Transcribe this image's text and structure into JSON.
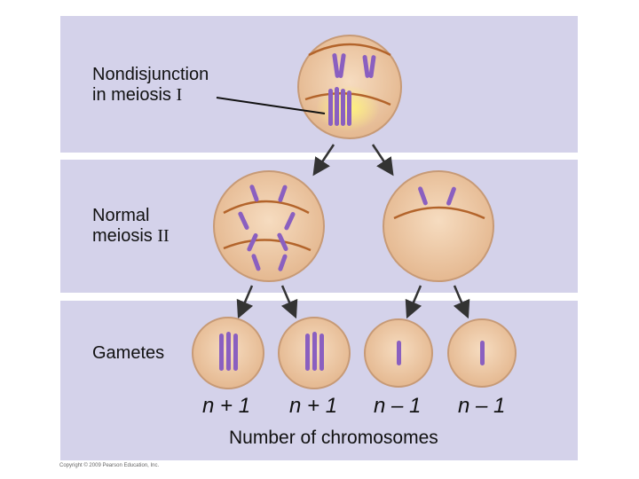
{
  "labels": {
    "meiosis1": "Nondisjunction\nin meiosis ",
    "meiosis1_numeral": "I",
    "meiosis2": "Normal\nmeiosis ",
    "meiosis2_numeral": "II",
    "gametes": "Gametes"
  },
  "gamete_counts": [
    "n + 1",
    "n + 1",
    "n – 1",
    "n – 1"
  ],
  "axis_label": "Number of chromosomes",
  "copyright": "Copyright © 2009 Pearson Education, Inc.",
  "colors": {
    "band": "#d4d2ea",
    "cell_fill": "#efc9a3",
    "cell_edge": "#c79a76",
    "chromosome": "#8a5fc0",
    "spindle": "#b3642b",
    "highlight": "#fff05a"
  }
}
